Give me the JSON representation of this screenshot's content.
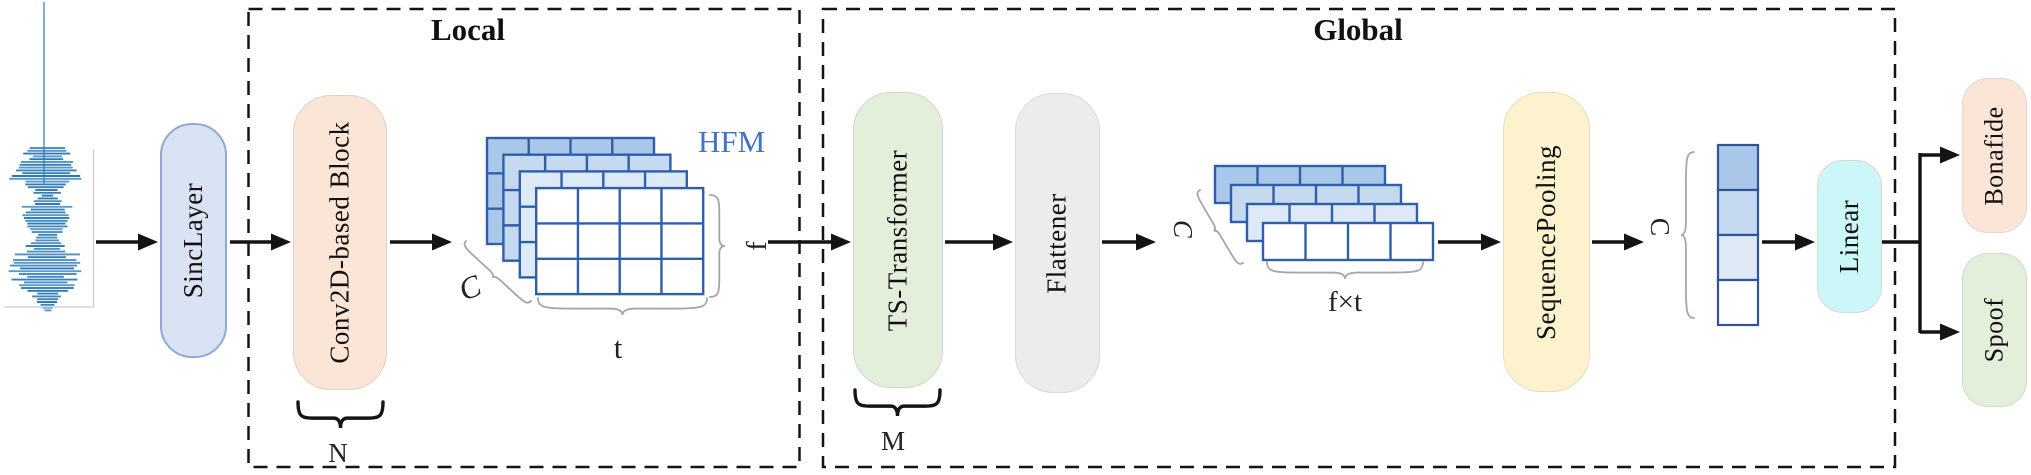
{
  "diagram": {
    "regions": {
      "local": "Local",
      "global": "Global"
    },
    "blocks": {
      "sinclayer": "SincLayer",
      "conv2d": "Conv2D-based Block",
      "ts_transformer": "TS-Transformer",
      "flattener": "Flattener",
      "sequence_pooling": "SequencePooling",
      "linear": "Linear",
      "bonafide": "Bonafide",
      "spoof": "Spoof"
    },
    "labels": {
      "hfm": "HFM",
      "n": "N",
      "m": "M",
      "t": "t",
      "f": "f",
      "fxt": "f×t",
      "c_local": "C",
      "c_flattened": "C",
      "c_pooled": "C"
    },
    "structure": {
      "hfm_stack": {
        "layers": 4,
        "cols": 4,
        "rows": 3
      },
      "flattened_stack": {
        "layers": 4,
        "cols": 4,
        "rows": 1
      },
      "pooled_column": {
        "cells": 4
      }
    },
    "colors": {
      "arrow": "#141414",
      "dashed_border": "#141414",
      "brace_gray": "#a6a6a6",
      "hfm_text": "#4472c4",
      "waveform": "#2878b5",
      "grid_border": "#2e5fa8",
      "grid_layers": [
        "#a9c7e9",
        "#c5d9f0",
        "#dde9f6",
        "#ffffff"
      ],
      "column_border": "#2f5597",
      "column_cells": [
        "#a9c7e9",
        "#c5d9f0",
        "#dfe9f6",
        "#feffff"
      ],
      "sinclayer_fill": "#dae3f3",
      "sinclayer_border": "#8fa8d8",
      "conv2d_fill": "#fbe5d6",
      "conv2d_border": "#ddd0c5",
      "ts_fill": "#e3efda",
      "ts_border": "#ccd9c5",
      "flattener_fill": "#ececec",
      "flattener_border": "#d9d9d9",
      "seqpool_fill": "#fcf2cd",
      "seqpool_border": "#e6ddc0",
      "linear_fill": "#ccf7f8",
      "linear_border": "#e2d4d6",
      "bonafide_fill": "#fbe5d6",
      "bonafide_border": "#e4d6cc",
      "spoof_fill": "#e3efda",
      "spoof_border": "#cfdcc8"
    }
  }
}
